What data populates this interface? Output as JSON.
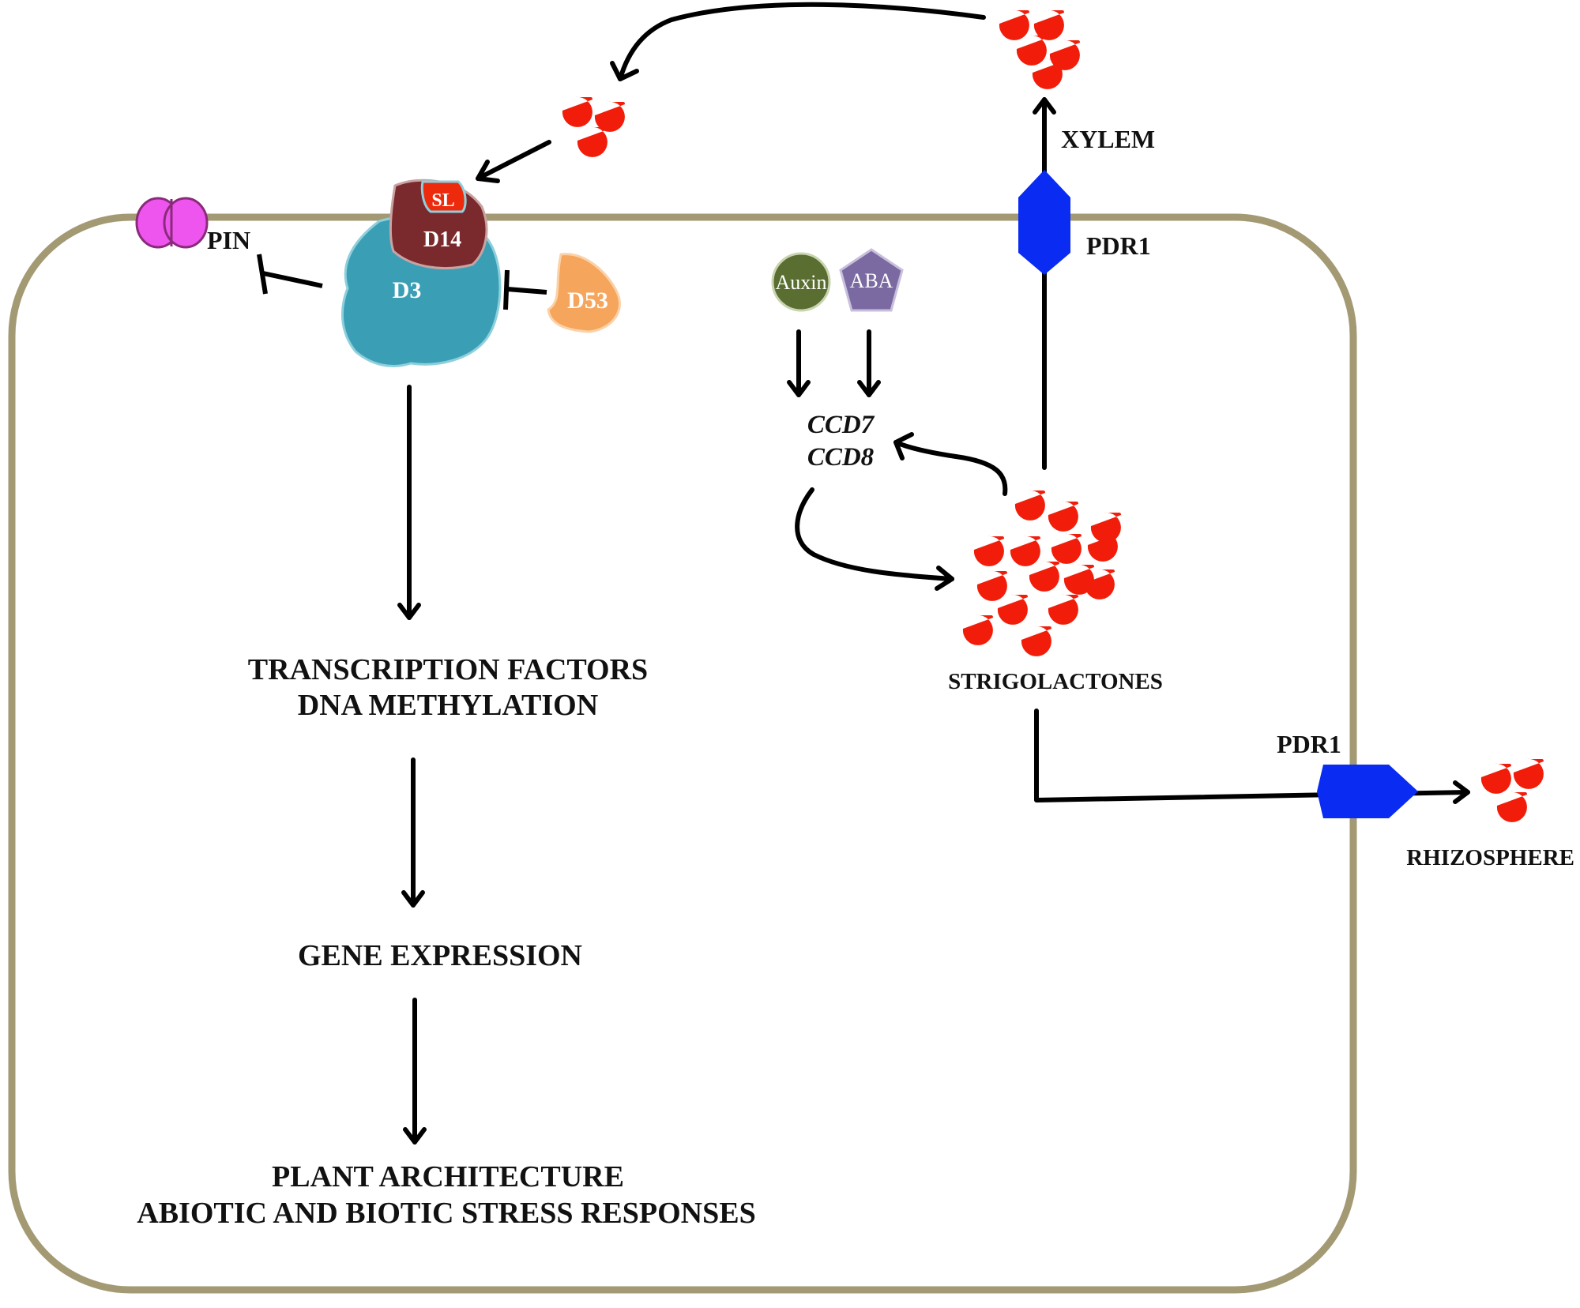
{
  "colors": {
    "membrane": "#a39a74",
    "strigolactone": "#f11d0a",
    "pin": "#ee55ee",
    "d3": "#3a9fb5",
    "d14": "#7a2a2c",
    "sl_badge": "#ee2a0c",
    "d53": "#f6a55c",
    "pdr1": "#0a2cf2",
    "auxin": "#5b6e31",
    "aba": "#7b6aa1",
    "arrow": "#000000"
  },
  "labels": {
    "sl": "SL",
    "d14": "D14",
    "d3": "D3",
    "d53": "D53",
    "pin": "PIN",
    "auxin": "Auxin",
    "aba": "ABA",
    "ccd7": "CCD7",
    "ccd8": "CCD8",
    "xylem": "XYLEM",
    "pdr1_top": "PDR1",
    "pdr1_right": "PDR1",
    "strigolactones": "STRIGOLACTONES",
    "rhizosphere": "RHIZOSPHERE",
    "tf_line1": "TRANSCRIPTION FACTORS",
    "tf_line2": "DNA METHYLATION",
    "gene_expression": "GENE EXPRESSION",
    "outcome_line1": "PLANT ARCHITECTURE",
    "outcome_line2": "ABIOTIC AND BIOTIC STRESS RESPONSES"
  }
}
